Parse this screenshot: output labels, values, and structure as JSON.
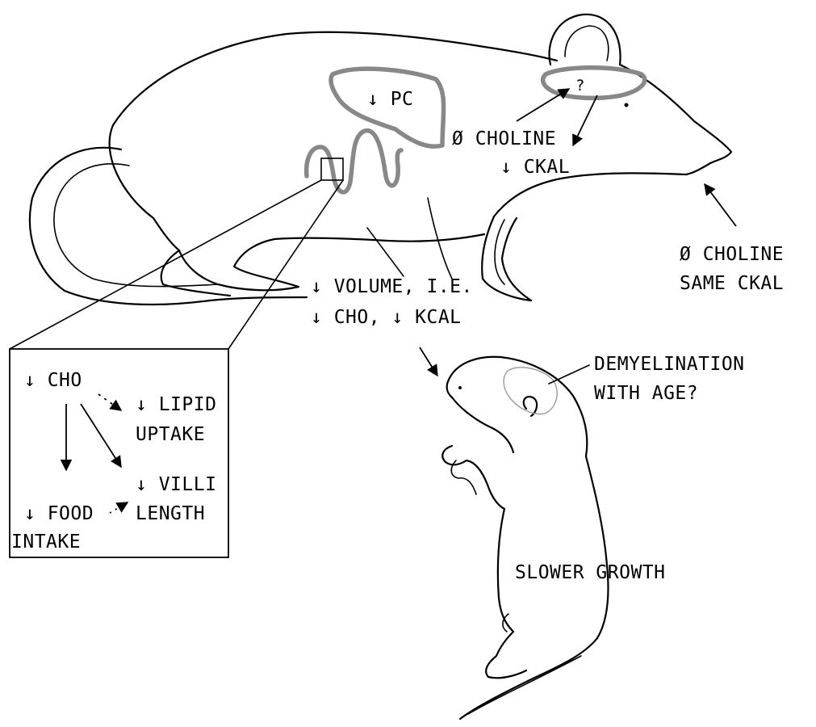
{
  "labels": {
    "liver_pc": "↓ PC",
    "brain_question": "?",
    "choline_mid_1": "Ø CHOLINE",
    "choline_mid_2": "↓ CKAL",
    "choline_right_1": "Ø CHOLINE",
    "choline_right_2": "SAME CKAL",
    "volume_1": "↓ VOLUME, I.E.",
    "volume_2": "↓ CHO, ↓ KCAL",
    "demyelination_1": "DEMYELINATION",
    "demyelination_2": "WITH AGE?",
    "slower_growth": "SLOWER GROWTH"
  },
  "inset": {
    "cho": "↓ CHO",
    "lipid_1": "↓ LIPID",
    "lipid_2": "UPTAKE",
    "villi_1": "↓ VILLI",
    "villi_2": "LENGTH",
    "food_1": "↓ FOOD",
    "food_2": "INTAKE"
  }
}
